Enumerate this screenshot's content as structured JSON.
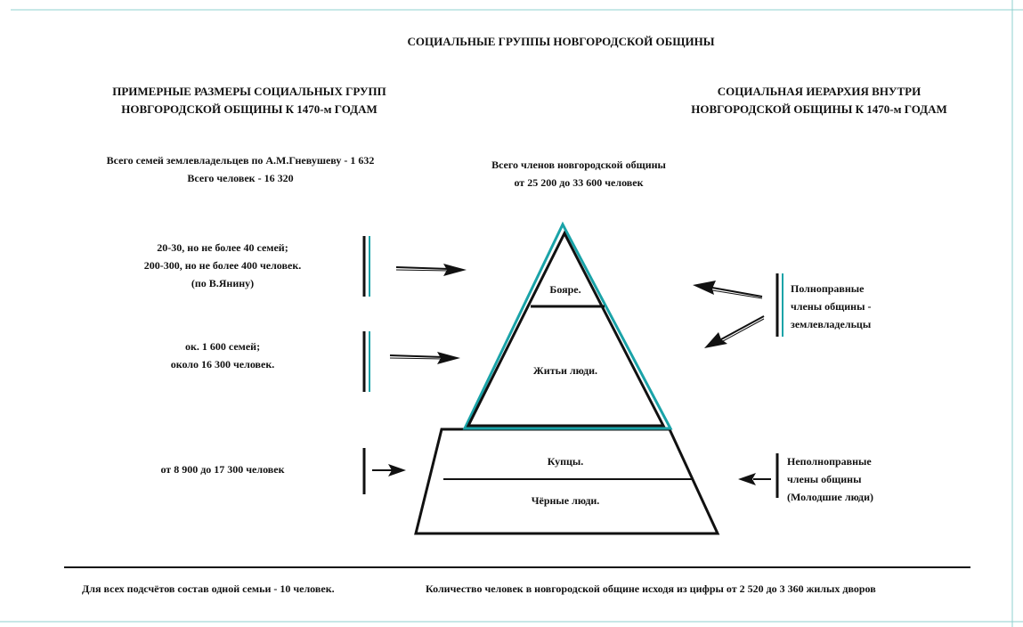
{
  "title": "СОЦИАЛЬНЫЕ  ГРУППЫ  НОВГОРОДСКОЙ  ОБЩИНЫ",
  "left_header": {
    "line1": "ПРИМЕРНЫЕ  РАЗМЕРЫ СОЦИАЛЬНЫХ ГРУПП",
    "line2": "НОВГОРОДСКОЙ ОБЩИНЫ К 1470-м ГОДАМ"
  },
  "right_header": {
    "line1": "СОЦИАЛЬНАЯ ИЕРАРХИЯ ВНУТРИ",
    "line2": "НОВГОРОДСКОЙ ОБЩИНЫ К 1470-м  ГОДАМ"
  },
  "totals_left": {
    "line1": "Всего семей землевладельцев  по А.М.Гневушеву - 1 632",
    "line2": "Всего человек - 16 320"
  },
  "totals_center": {
    "line1": "Всего членов новгородской общины",
    "line2": "от 25 200  до  33 600   человек"
  },
  "sizes": [
    {
      "lines": [
        "20-30, но не более 40 семей;",
        "200-300, но не более 400 человек.",
        "(по В.Янину)"
      ]
    },
    {
      "lines": [
        "ок. 1 600 семей;",
        "около 16 300 человек."
      ]
    },
    {
      "lines": [
        "от 8 900  до 17 300  человек"
      ]
    }
  ],
  "pyramid": {
    "levels": [
      "Бояре.",
      "Житьи люди.",
      "Купцы.",
      "Чёрные люди."
    ]
  },
  "classes": [
    {
      "lines": [
        "Полноправные",
        "члены общины -",
        "землевладельцы"
      ]
    },
    {
      "lines": [
        "Неполноправные",
        "члены общины",
        "(Молодшие  люди)"
      ]
    }
  ],
  "footer": {
    "left": "Для всех подсчётов состав одной семьи - 10 человек.",
    "right": "Количество человек в новгородской общине  исходя из  цифры от 2 520  до 3 360 жилых дворов"
  },
  "colors": {
    "accent": "#1aa3a8",
    "ink": "#111111",
    "frame": "#8fd0cf"
  }
}
